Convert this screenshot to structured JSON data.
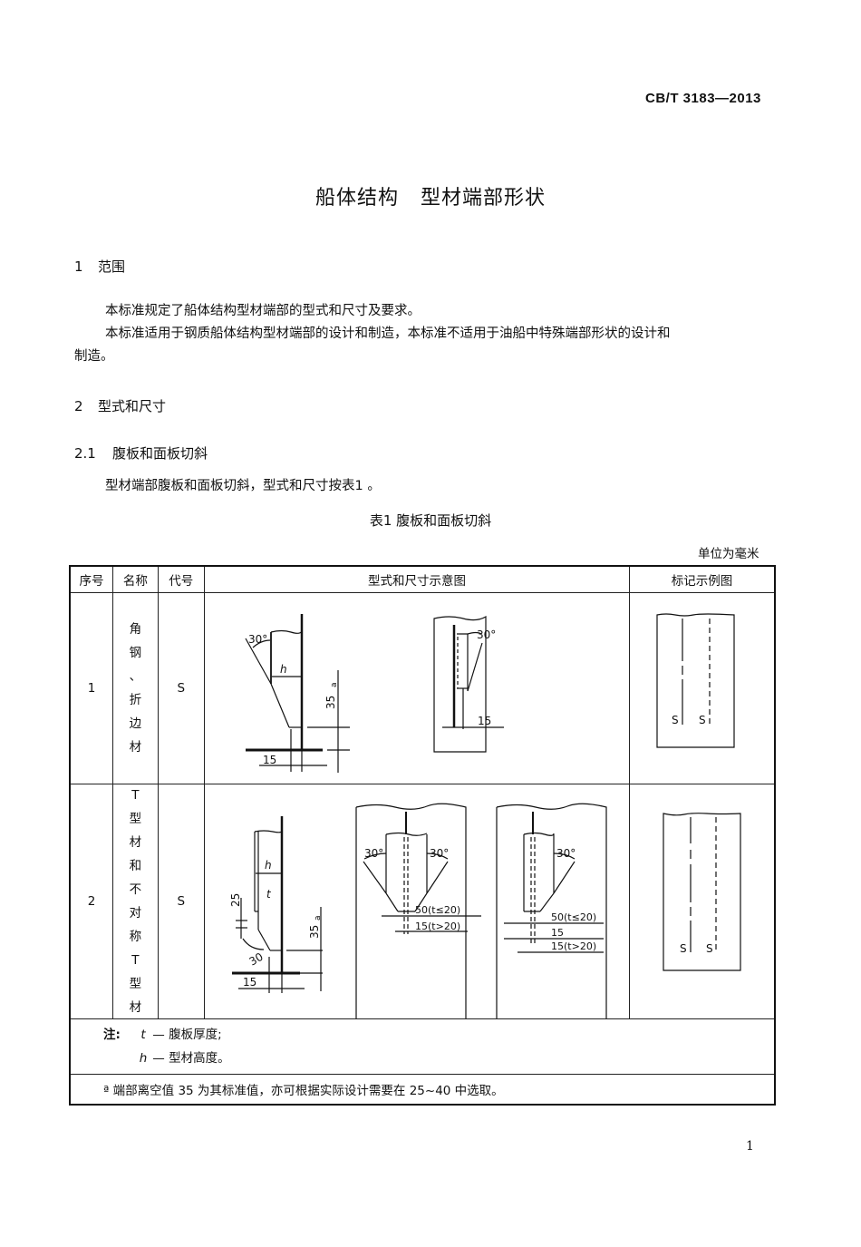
{
  "header": {
    "standard_code": "CB/T 3183—2013"
  },
  "document": {
    "title_part1": "船体结构",
    "title_part2": "型材端部形状"
  },
  "sections": [
    {
      "number": "1",
      "heading": "范围",
      "paragraphs": [
        "本标准规定了船体结构型材端部的型式和尺寸及要求。",
        "本标准适用于钢质船体结构型材端部的设计和制造，本标准不适用于油船中特殊端部形状的设计和",
        "制造。"
      ]
    },
    {
      "number": "2",
      "heading": "型式和尺寸"
    },
    {
      "number": "2.1",
      "heading": "腹板和面板切斜",
      "paragraphs": [
        "型材端部腹板和面板切斜，型式和尺寸按表1 。"
      ]
    }
  ],
  "table": {
    "caption": "表1   腹板和面板切斜",
    "unit": "单位为毫米",
    "headers": [
      "序号",
      "名称",
      "代号",
      "型式和尺寸示意图",
      "标记示例图"
    ],
    "rows": [
      {
        "no": "1",
        "name_chars": [
          "角",
          "钢",
          "、",
          "折",
          "边",
          "材"
        ],
        "code": "S",
        "diagram_labels": {
          "angle": "30°",
          "h": "h",
          "clearance": "35",
          "clearance_mark": "a",
          "offset": "15",
          "angle2": "30°",
          "offset2": "15"
        },
        "mark_labels": [
          "S",
          "S"
        ]
      },
      {
        "no": "2",
        "name_chars": [
          "T",
          "型",
          "材",
          "和",
          "不",
          "对",
          "称",
          "T",
          "型",
          "材"
        ],
        "code": "S",
        "diagram_labels": {
          "h": "h",
          "t": "t",
          "dim25": "25",
          "angle": "30",
          "clearance": "35",
          "clearance_mark": "a",
          "offset": "15",
          "angle_l": "30°",
          "angle_r": "30°",
          "dim50": "50(t≤20)",
          "dim15": "15(t>20)",
          "dim15b": "15"
        },
        "mark_labels": [
          "S",
          "S"
        ]
      }
    ],
    "notes": {
      "label": "注:",
      "items": [
        {
          "var": "t",
          "dash": "—",
          "text": "腹板厚度;"
        },
        {
          "var": "h",
          "dash": "—",
          "text": "型材高度。"
        }
      ]
    },
    "footnote": "ª 端部离空值 35 为其标准值，亦可根据实际设计需要在 25~40 中选取。"
  },
  "footer": {
    "page_number": "1"
  }
}
